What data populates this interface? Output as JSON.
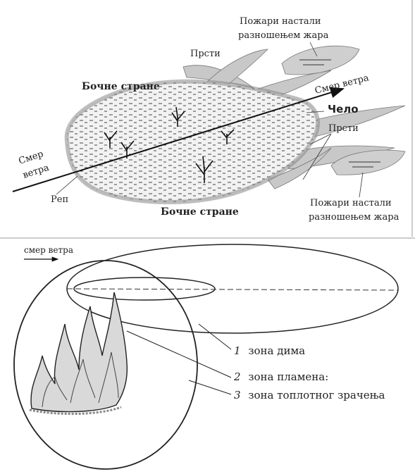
{
  "top_diagram": {
    "labels": {
      "spot_fires_top": [
        "Пожари настали",
        "разношењем жара"
      ],
      "fingers_top": "Прсти",
      "flanks_top": "Бочне стране",
      "wind_right": "Смер ветра",
      "head": "Чело",
      "fingers_right": "Прсти",
      "wind_left": [
        "Смер",
        "ветра"
      ],
      "rear": "Реп",
      "flanks_bottom": "Бочне стране",
      "spot_fires_bottom": [
        "Пожари настали",
        "разношењем жара"
      ]
    }
  },
  "bottom_diagram": {
    "wind_label": "смер ветра",
    "zones": [
      {
        "number": "1",
        "text": "зона дима"
      },
      {
        "number": "2",
        "text": "зона пламена:"
      },
      {
        "number": "3",
        "text": "зона топлотног зрачења"
      }
    ]
  },
  "colors": {
    "ink": "#222222",
    "gray_fill": "#bdbdbd",
    "light_fill": "#e6e6e6"
  }
}
